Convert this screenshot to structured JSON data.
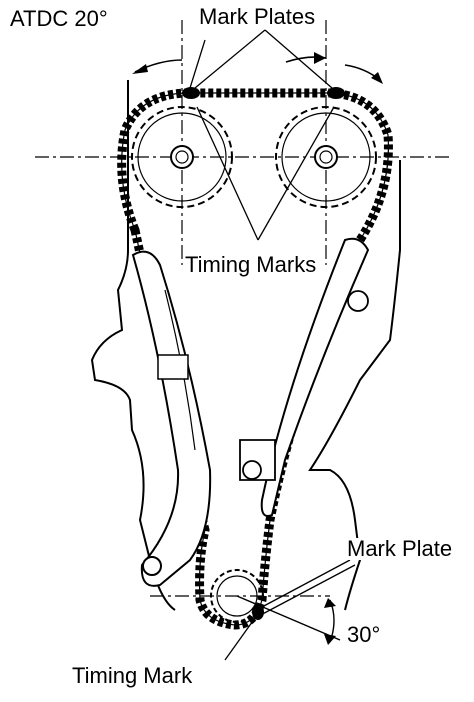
{
  "labels": {
    "atdc": "ATDC 20°",
    "mark_plates": "Mark Plates",
    "timing_marks": "Timing Marks",
    "mark_plate": "Mark Plate",
    "angle": "30°",
    "timing_mark": "Timing Mark"
  },
  "colors": {
    "line": "#000000",
    "background": "#ffffff"
  }
}
